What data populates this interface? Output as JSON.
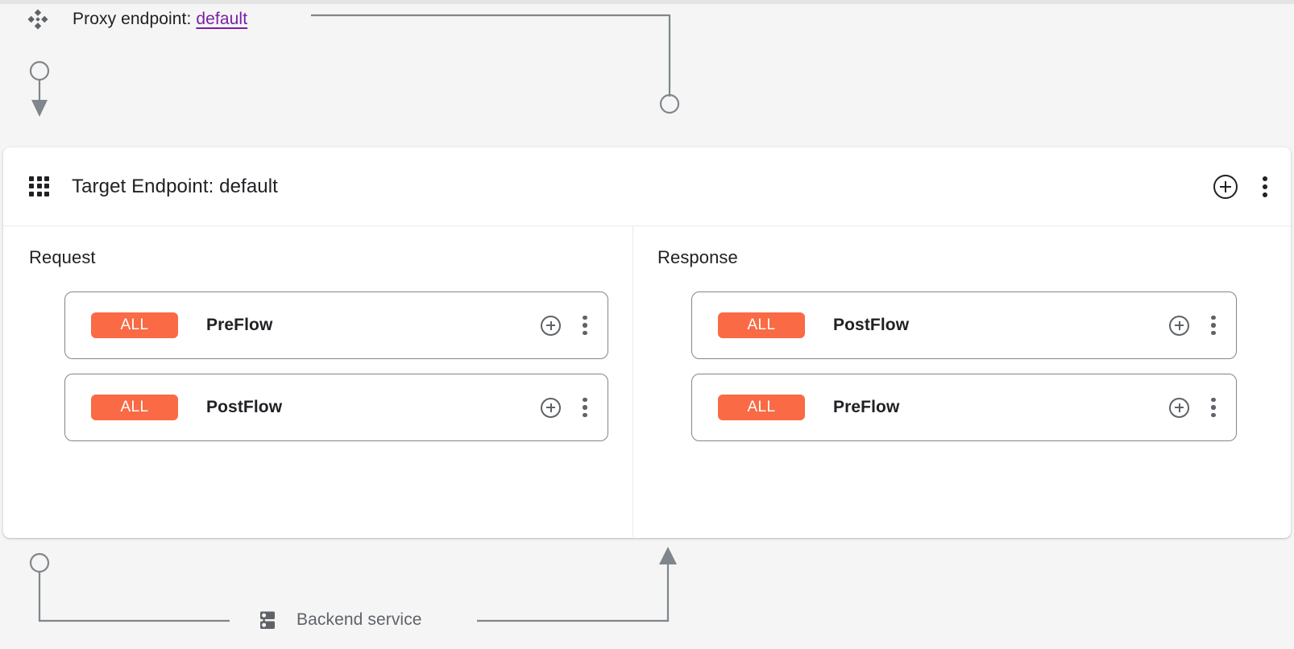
{
  "theme": {
    "background": "#f5f5f5",
    "panel_background": "#ffffff",
    "badge_color": "#f96a45",
    "link_color": "#7b1fa2",
    "connector_color": "#80868b",
    "text_color": "#202124",
    "muted_text_color": "#5f6368"
  },
  "proxy": {
    "icon": "proxy-endpoint-icon",
    "label_prefix": "Proxy endpoint:",
    "endpoint_name": "default"
  },
  "target_panel": {
    "icon": "apps-grid-icon",
    "title": "Target Endpoint: default",
    "actions": {
      "add": "add-circle-icon",
      "more": "more-vert-icon"
    },
    "columns": [
      {
        "key": "request",
        "title": "Request",
        "direction": "down",
        "flows": [
          {
            "badge": "ALL",
            "name": "PreFlow"
          },
          {
            "badge": "ALL",
            "name": "PostFlow"
          }
        ]
      },
      {
        "key": "response",
        "title": "Response",
        "direction": "up",
        "flows": [
          {
            "badge": "ALL",
            "name": "PostFlow"
          },
          {
            "badge": "ALL",
            "name": "PreFlow"
          }
        ]
      }
    ]
  },
  "backend": {
    "icon": "server-icon",
    "label": "Backend service"
  }
}
